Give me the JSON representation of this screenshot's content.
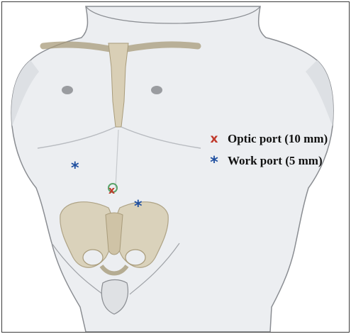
{
  "legend": {
    "items": [
      {
        "marker": "x",
        "marker_color": "#c0392b",
        "label": "Optic port (10 mm)"
      },
      {
        "marker": "*",
        "marker_color": "#1f4fa0",
        "label": "Work port (5 mm)"
      }
    ]
  },
  "ports": {
    "optic": {
      "symbol": "x",
      "color": "#c0392b"
    },
    "work": {
      "symbol": "*",
      "color": "#1f4fa0"
    }
  },
  "colors": {
    "body_fill": "#eceef1",
    "body_outline": "#8a8d92",
    "bone_fill": "#d9cfb6",
    "bone_outline": "#a89b7a"
  }
}
